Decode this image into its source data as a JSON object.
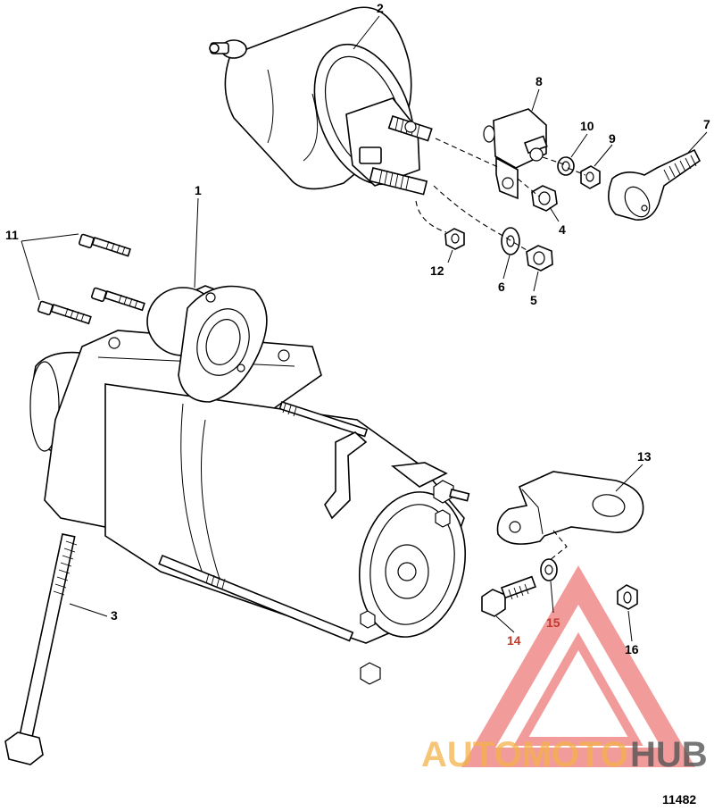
{
  "diagram": {
    "figure_number": "11482",
    "callouts": [
      "1",
      "2",
      "3",
      "4",
      "5",
      "6",
      "7",
      "8",
      "9",
      "10",
      "11",
      "12",
      "13",
      "14",
      "15",
      "16"
    ]
  },
  "watermark": {
    "brand_part1": "AUTOMOTO",
    "brand_part2": "HUB",
    "color_primary": "#f3b24a",
    "color_secondary": "#555555",
    "triangle_color": "#e94b4b"
  }
}
